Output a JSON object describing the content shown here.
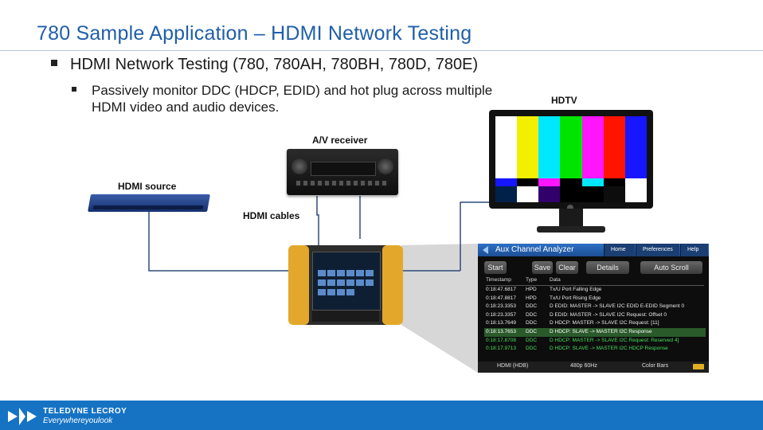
{
  "slide": {
    "title": "780 Sample Application – HDMI Network Testing",
    "bullet1": "HDMI Network Testing (780, 780AH, 780BH, 780D, 780E)",
    "bullet2": "Passively monitor DDC (HDCP, EDID) and hot plug across multiple HDMI video and audio devices."
  },
  "labels": {
    "av_receiver": "A/V receiver",
    "hdmi_source": "HDMI source",
    "hdmi_cables": "HDMI cables",
    "hdtv": "HDTV"
  },
  "app": {
    "title": "Aux Channel Analyzer",
    "nav": [
      "Home",
      "Preferences",
      "Help"
    ],
    "buttons": {
      "start": "Start",
      "save": "Save",
      "clear": "Clear",
      "details": "Details",
      "auto_scroll": "Auto Scroll"
    },
    "columns": [
      "Timestamp",
      "Type",
      "Data"
    ],
    "rows": [
      {
        "ts": "0:18:47.6817",
        "type": "HPD",
        "data": "Tx/U Port Falling Edge"
      },
      {
        "ts": "0:18:47.8817",
        "type": "HPD",
        "data": "Tx/U Port Rising Edge"
      },
      {
        "ts": "0:18:23.3353",
        "type": "DDC",
        "data": "D EDID: MASTER -> SLAVE I2C EDID E-EDID Segment 0"
      },
      {
        "ts": "0:18:23.3357",
        "type": "DDC",
        "data": "D EDID: MASTER -> SLAVE I2C Request: Offset 0"
      },
      {
        "ts": "0:18:13.7649",
        "type": "DDC",
        "data": "D HDCP: MASTER -> SLAVE I2C Request: [11]"
      },
      {
        "ts": "0:18:13.7653",
        "type": "DDC",
        "data": "D HDCP: SLAVE -> MASTER I2C Response"
      },
      {
        "ts": "0:18:17.8708",
        "type": "DDC",
        "data": "D HDCP: MASTER -> SLAVE I2C Request: Reserved 4]"
      },
      {
        "ts": "0:18:17.9713",
        "type": "DDC",
        "data": "D HDCP: SLAVE -> MASTER I2C HDCP Response"
      }
    ],
    "footer": {
      "port": "HDMI (HDB)",
      "mode": "480p 60Hz",
      "pattern": "Color Bars"
    }
  },
  "footer": {
    "company": "TELEDYNE LECROY",
    "tagline": "Everywhereyoulook"
  },
  "colors": {
    "title": "#1f5fa8",
    "footer_band": "#1673c4",
    "highlight_rows": "#45e05a"
  }
}
